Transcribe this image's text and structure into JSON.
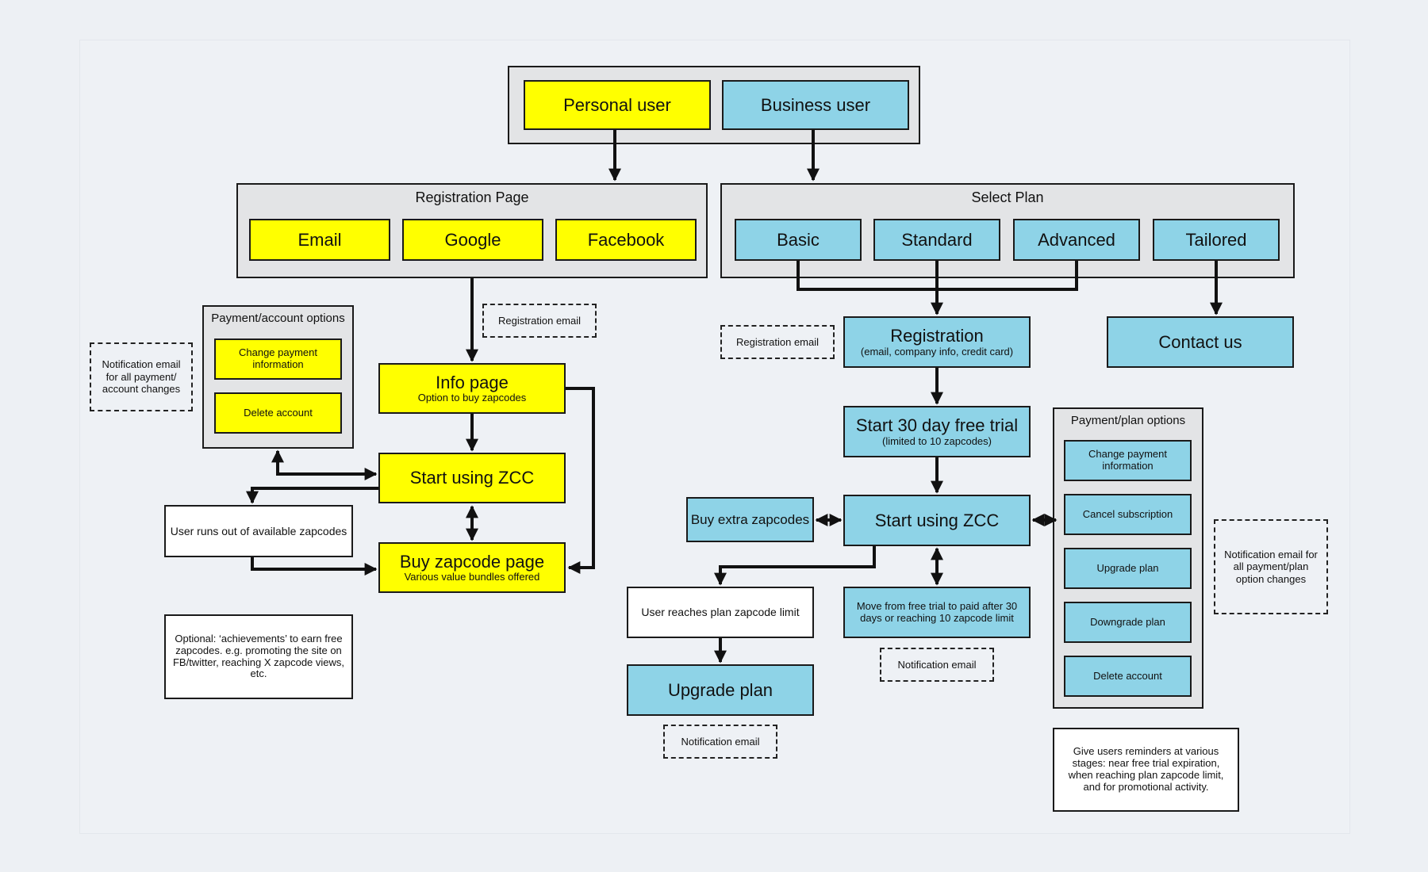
{
  "top": {
    "personal": "Personal user",
    "business": "Business user"
  },
  "registration": {
    "title": "Registration Page",
    "options": [
      "Email",
      "Google",
      "Facebook"
    ],
    "email_note": "Registration email"
  },
  "plan": {
    "title": "Select Plan",
    "options": [
      "Basic",
      "Standard",
      "Advanced",
      "Tailored"
    ]
  },
  "personal_flow": {
    "payment_group_title": "Payment/account options",
    "change_payment": "Change payment information",
    "delete_account": "Delete account",
    "notify_note": "Notification email for all payment/ account changes",
    "info_title": "Info page",
    "info_sub": "Option to buy zapcodes",
    "start_zcc": "Start using ZCC",
    "runs_out": "User runs out of available zapcodes",
    "buy_title": "Buy zapcode page",
    "buy_sub": "Various value bundles offered",
    "optional_note": "Optional: ‘achievements’ to earn free zapcodes. e.g. promoting the site on FB/twitter, reaching X zapcode views, etc."
  },
  "business_flow": {
    "reg_email_note": "Registration email",
    "registration_title": "Registration",
    "registration_sub": "(email, company info, credit card)",
    "contact": "Contact us",
    "trial_title": "Start 30 day free trial",
    "trial_sub": "(limited to 10 zapcodes)",
    "buy_extra": "Buy extra zapcodes",
    "start_zcc": "Start using ZCC",
    "plan_limit": "User reaches plan zapcode limit",
    "upgrade": "Upgrade plan",
    "upgrade_note": "Notification email",
    "move_paid": "Move from free trial to paid after 30 days or reaching 10 zapcode limit",
    "move_note": "Notification email",
    "options_title": "Payment/plan options",
    "options": [
      "Change payment information",
      "Cancel subscription",
      "Upgrade plan",
      "Downgrade plan",
      "Delete account"
    ],
    "options_note": "Notification email for all payment/plan option changes",
    "reminder_note": "Give users reminders at various stages: near free trial expiration, when reaching plan zapcode limit, and for promotional activity."
  }
}
